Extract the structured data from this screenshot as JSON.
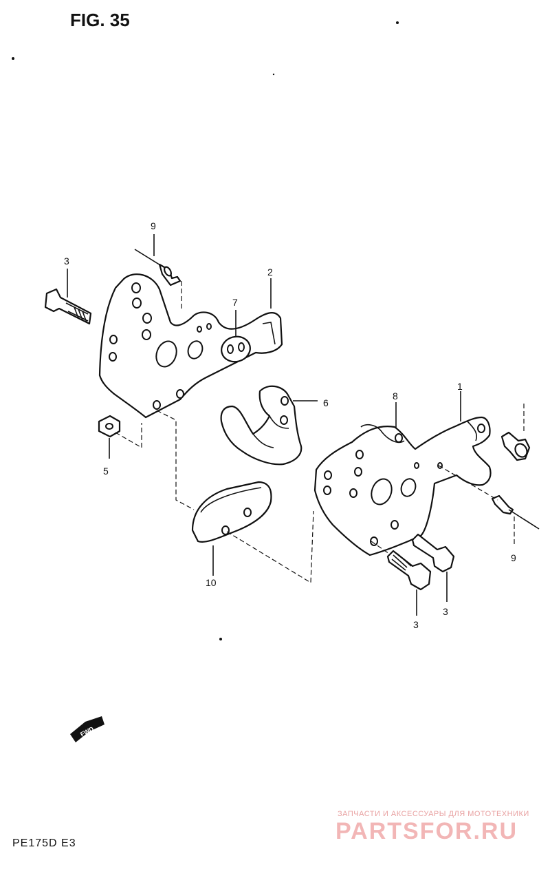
{
  "figure": {
    "title": "FIG. 35",
    "model": "PE175D E3"
  },
  "callouts": {
    "p1": "1",
    "p2": "2",
    "p3a": "3",
    "p3b": "3",
    "p3c": "3",
    "p5": "5",
    "p6": "6",
    "p7": "7",
    "p8": "8",
    "p9a": "9",
    "p9b": "9",
    "p10": "10"
  },
  "fwd_label": "FWD",
  "watermark": {
    "tagline": "ЗАПЧАСТИ И АКСЕССУАРЫ ДЛЯ МОТОТЕХНИКИ",
    "brand": "PARTSFOR.RU"
  }
}
